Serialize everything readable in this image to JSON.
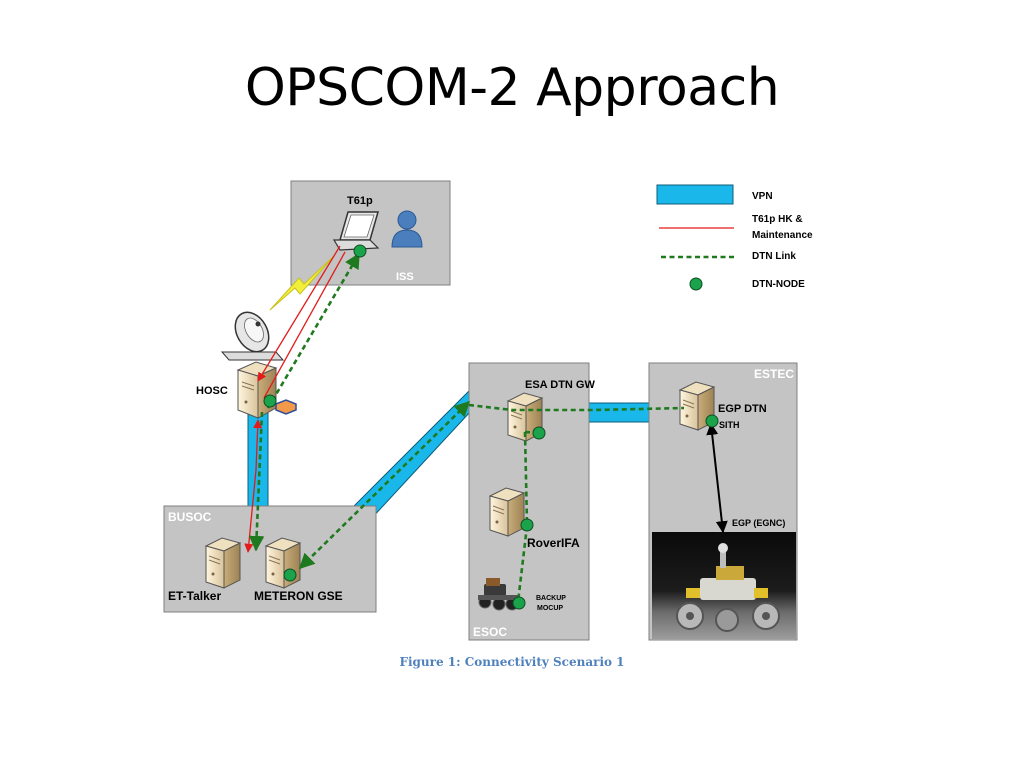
{
  "title": "OPSCOM-2 Approach",
  "caption": "Figure 1: Connectivity Scenario 1",
  "colors": {
    "vpn": "#1ab7ea",
    "hk_link": "#e31b1b",
    "dtn_link": "#1f7a1f",
    "dtn_node": "#1aa34a",
    "site_box": "#c4c4c4",
    "site_label": "#ffffff"
  },
  "sites": {
    "iss": "ISS",
    "busoc": "BUSOC",
    "esoc": "ESOC",
    "estec": "ESTEC"
  },
  "nodes": {
    "t61p": "T61p",
    "hosc": "HOSC",
    "et_talker": "ET-Talker",
    "meteron_gse": "METERON GSE",
    "esa_dtn_gw": "ESA DTN GW",
    "rover_ifa": "RoverIFA",
    "backup_mocup_1": "BACKUP",
    "backup_mocup_2": "MOCUP",
    "egp_dtn": "EGP DTN",
    "sith": "SITH",
    "egp_egnc": "EGP (EGNC)"
  },
  "legend": {
    "vpn": "VPN",
    "hk_1": "T61p HK &",
    "hk_2": "Maintenance",
    "dtn_link": "DTN Link",
    "dtn_node": "DTN-NODE"
  }
}
